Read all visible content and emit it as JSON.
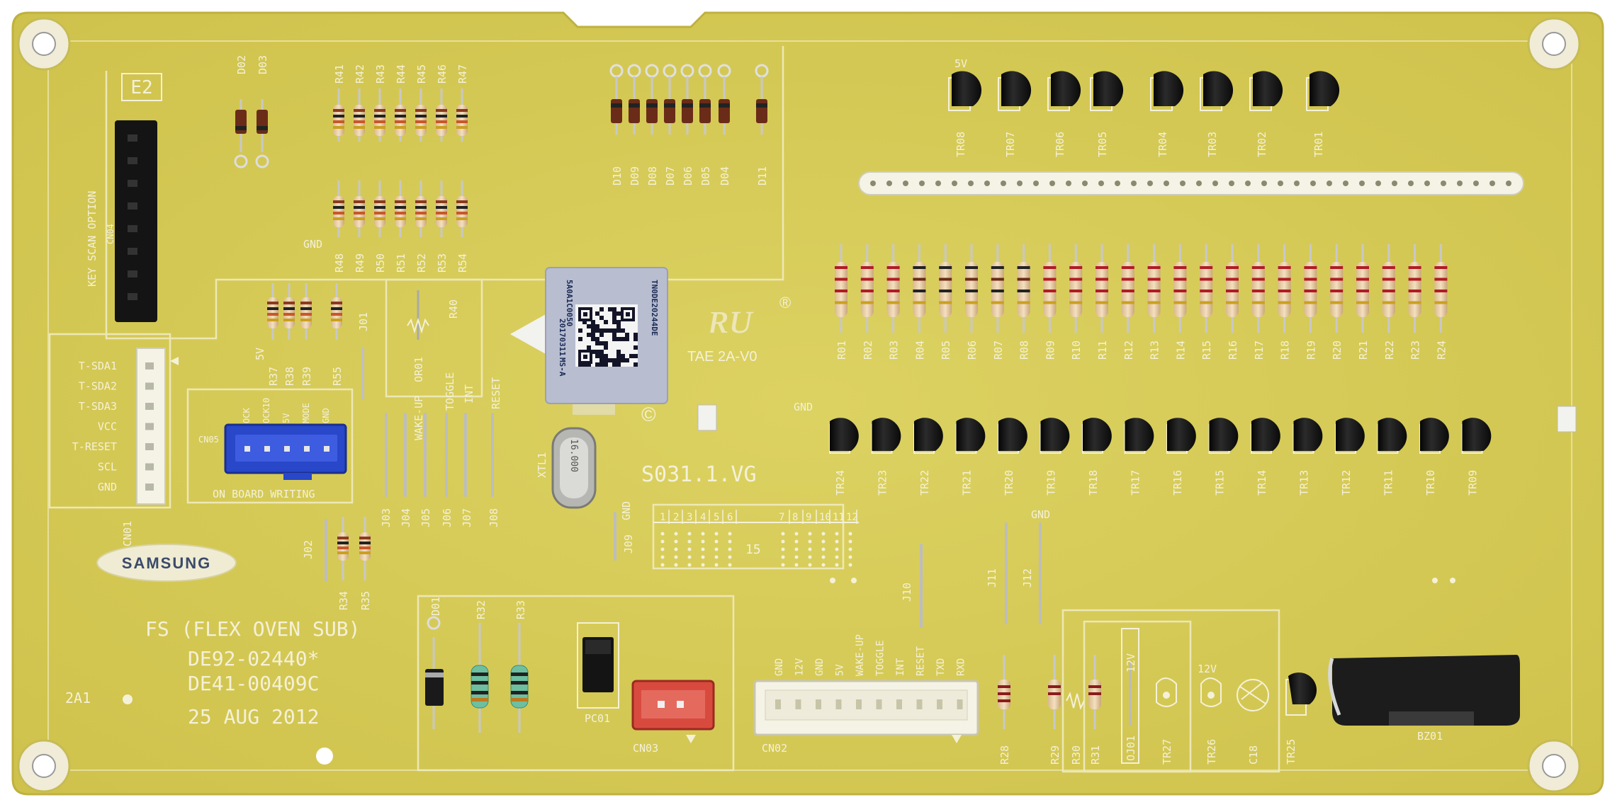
{
  "board": {
    "corner_mark": "E2",
    "key_scan_label": "KEY SCAN OPTION",
    "cn04": "CN04",
    "brand": "SAMSUNG",
    "product_line": "FS (FLEX OVEN SUB)",
    "part_1": "DE92-02440*",
    "part_2": "DE41-00409C",
    "date": "25 AUG 2012",
    "rev": "2A1",
    "firmware_mark": "S031.1.VG",
    "ul_rating": "TAE 2A-V0",
    "registered_mark": "®",
    "copyright_mark": "©",
    "gnd": "GND",
    "five_v": "5V",
    "twelve_v": "12V",
    "toggle": "TOGGLE",
    "int": "INT",
    "reset": "RESET",
    "wake_up": "WAKE-UP",
    "on_board_writing": "ON BOARD WRITING"
  },
  "sticker": {
    "line1": "5A0A1C0050",
    "line2": "TN0DE20244DE",
    "line3": "20170311",
    "line4": "MS-A"
  },
  "connectors": {
    "cn01": {
      "ref": "CN01",
      "pins": [
        "T-SDA1",
        "T-SDA2",
        "T-SDA3",
        "VCC",
        "T-RESET",
        "SCL",
        "GND"
      ]
    },
    "cn05": {
      "ref": "CN05",
      "pins": [
        "OCK",
        "OCK10",
        "5V",
        "MODE",
        "GND"
      ]
    },
    "cn02": {
      "ref": "CN02",
      "pins": [
        "GND",
        "12V",
        "GND",
        "5V",
        "WAKE-UP",
        "TOGGLE",
        "INT",
        "RESET",
        "TXD",
        "RXD"
      ]
    },
    "cn03": {
      "ref": "CN03"
    }
  },
  "components": {
    "xtal": "XTL1",
    "xtal_marking": "16.000",
    "pc01": "PC01",
    "d01": "D01",
    "bz01": "BZ01",
    "or01": "OR01",
    "oj01": "OJ01",
    "c18": "C18",
    "tr25": "TR25",
    "tr26": "TR26",
    "tr27": "TR27",
    "r28": "R28",
    "r29": "R29",
    "r30": "R30",
    "r31": "R31",
    "r32": "R32",
    "r33": "R33",
    "r34": "R34",
    "r35": "R35",
    "r37": "R37",
    "r38": "R38",
    "r39": "R39",
    "r40": "R40",
    "r55": "R55"
  },
  "diodes_top": [
    "D10",
    "D09",
    "D08",
    "D07",
    "D06",
    "D05",
    "D04",
    "D11"
  ],
  "diodes_left": [
    "D02",
    "D03"
  ],
  "resistors_top_row": [
    "R41",
    "R42",
    "R43",
    "R44",
    "R45",
    "R46",
    "R47"
  ],
  "resistors_second_row": [
    "R48",
    "R49",
    "R50",
    "R51",
    "R52",
    "R53",
    "R54"
  ],
  "resistors_main": [
    "R01",
    "R02",
    "R03",
    "R04",
    "R05",
    "R06",
    "R07",
    "R08",
    "R09",
    "R10",
    "R11",
    "R12",
    "R13",
    "R14",
    "R15",
    "R16",
    "R17",
    "R18",
    "R19",
    "R20",
    "R21",
    "R22",
    "R23",
    "R24"
  ],
  "transistors_top": [
    "TR08",
    "TR07",
    "TR06",
    "TR05",
    "TR04",
    "TR03",
    "TR02",
    "TR01"
  ],
  "transistors_main": [
    "TR24",
    "TR23",
    "TR22",
    "TR21",
    "TR20",
    "TR19",
    "TR18",
    "TR17",
    "TR16",
    "TR15",
    "TR14",
    "TR13",
    "TR12",
    "TR11",
    "TR10",
    "TR09"
  ],
  "jumpers": [
    "J01",
    "J02",
    "J03",
    "J04",
    "J05",
    "J06",
    "J07",
    "J08",
    "J09",
    "J10",
    "J11",
    "J12"
  ],
  "option_table": {
    "left": [
      "1",
      "2",
      "3",
      "4",
      "5",
      "6"
    ],
    "right": [
      "7",
      "8",
      "9",
      "10",
      "11",
      "12"
    ],
    "middle": "15"
  },
  "colors": {
    "pcb": "#d8cc5a",
    "pcb_edge": "#c9bd48",
    "silkscreen": "#f4f1d8",
    "connector_blue": "#2847c9",
    "connector_red": "#d94a3e",
    "transistor": "#151515"
  }
}
